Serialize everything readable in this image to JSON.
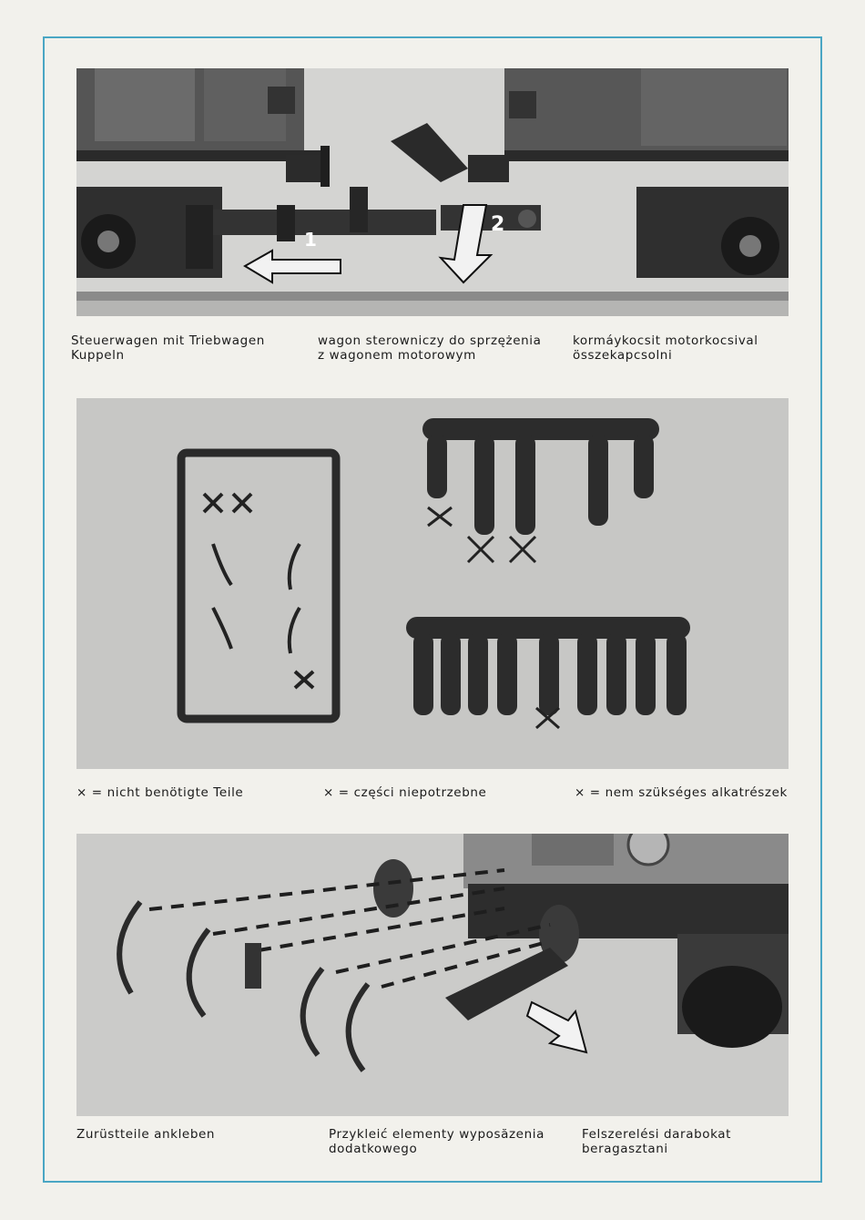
{
  "section1": {
    "step_markers": [
      "1",
      "2"
    ],
    "captions": [
      "Steuerwagen mit Triebwagen\nKuppeln",
      "wagon sterowniczy do sprzężenia\nz wagonem motorowym",
      "kormáykocsit motorkocsival\nösszekapcsolni"
    ]
  },
  "section2": {
    "captions": [
      "× = nicht benötigte Teile",
      "× = części niepotrzebne",
      "× = nem szükséges alkatrészek"
    ]
  },
  "section3": {
    "captions": [
      "Zurüstteile ankleben",
      "Przykleić elementy wyposăzenia\ndodatkowego",
      "Felszerelési darabokat\nberagasztani"
    ]
  },
  "colors": {
    "frame_border": "#4aa6c4",
    "photo_bg": "#c9c9c7",
    "ink": "#1b1b1b"
  }
}
